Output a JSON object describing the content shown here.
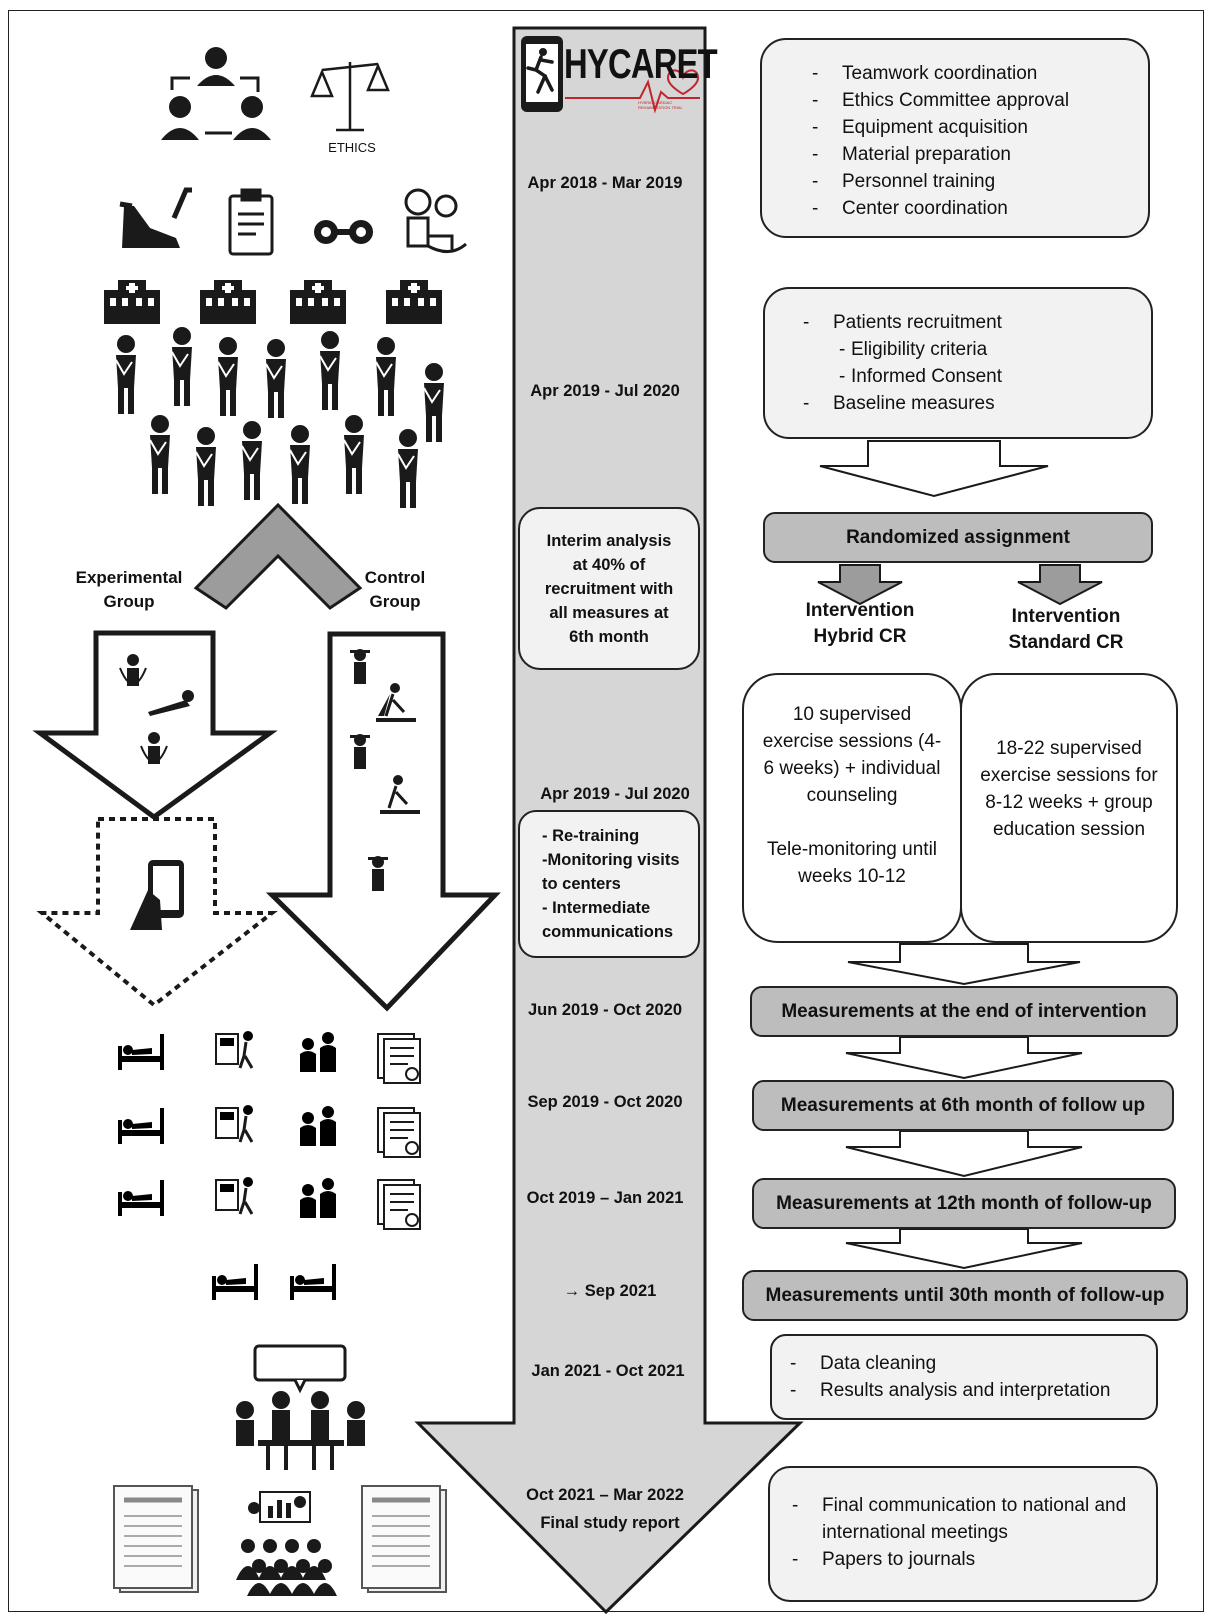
{
  "logo": {
    "text": "HYCARET",
    "subtitle": "HYBRID CARDIAC REHABILITATION TRIAL"
  },
  "left_icons": {
    "ethics_caption": "ETHICS"
  },
  "groups": {
    "experimental": "Experimental Group",
    "control": "Control Group"
  },
  "timeline": {
    "dates": [
      "Apr 2018 - Mar 2019",
      "Apr 2019 - Jul 2020",
      "Apr 2019 - Jul 2020",
      "Jun 2019 - Oct 2020",
      "Sep 2019 - Oct 2020",
      "Oct 2019 – Jan 2021",
      "→ Sep 2021",
      "Jan 2021 - Oct 2021",
      "Oct 2021 – Mar 2022",
      "Final study report"
    ],
    "interim_box": "Interim analysis at 40% of recruitment with all measures at 6th month",
    "retraining_items": [
      "- Re-training",
      "-Monitoring visits to centers",
      "- Intermediate communications"
    ]
  },
  "right": {
    "phase1_items": [
      "Teamwork coordination",
      "Ethics Committee approval",
      "Equipment acquisition",
      "Material preparation",
      "Personnel training",
      "Center coordination"
    ],
    "phase2_items": [
      {
        "text": "Patients recruitment",
        "sub": false
      },
      {
        "text": "Eligibility criteria",
        "sub": true
      },
      {
        "text": "Informed Consent",
        "sub": true
      },
      {
        "text": "Baseline measures",
        "sub": false
      }
    ],
    "randomized": "Randomized assignment",
    "intervention_hybrid": "Intervention Hybrid CR",
    "intervention_standard": "Intervention Standard CR",
    "hybrid_desc": "10 supervised exercise sessions (4-6 weeks) + individual counseling",
    "hybrid_tele": "Tele-monitoring until weeks 10-12",
    "standard_desc": "18-22 supervised exercise sessions for 8-12 weeks + group education session",
    "measure_end": "Measurements at the end of intervention",
    "measure_6": "Measurements at 6th month of follow up",
    "measure_12": "Measurements at 12th month of follow-up",
    "measure_30": "Measurements until 30th month of follow-up",
    "analysis_items": [
      "Data cleaning",
      "Results analysis and interpretation"
    ],
    "final_items": [
      "Final communication to national and international meetings",
      "Papers to journals"
    ]
  },
  "colors": {
    "grey_fill": "#bdbdbd",
    "light_fill": "#f2f2f2",
    "timeline_fill": "#d6d6d6",
    "logo_red": "#c0262d"
  }
}
